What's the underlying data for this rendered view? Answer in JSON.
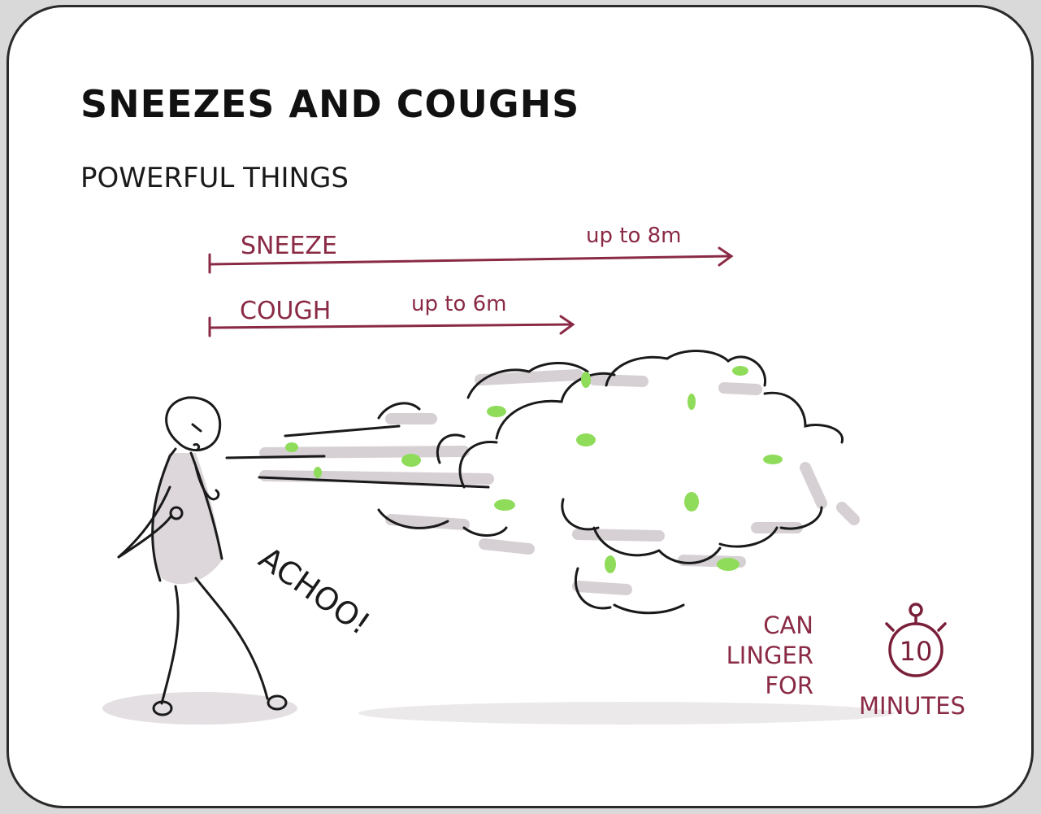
{
  "title": "SNEEZES AND COUGHS",
  "subtitle": "POWERFUL THINGS",
  "sneeze": {
    "label": "SNEEZE",
    "distance": "up to 8m"
  },
  "cough": {
    "label": "COUGH",
    "distance": "up to 6m"
  },
  "exclamation": "ACHOO!",
  "linger": {
    "line1": "CAN",
    "line2": "LINGER",
    "line3": "FOR"
  },
  "timer": {
    "value": "10",
    "unit": "MINUTES"
  },
  "colors": {
    "ink": "#1a1a1a",
    "accent": "#8a2a45",
    "droplet": "#8fdc5a",
    "shadow": "#d8d2d6"
  },
  "icons": [
    "stick-figure-icon",
    "droplet-cloud-icon",
    "stopwatch-icon"
  ]
}
